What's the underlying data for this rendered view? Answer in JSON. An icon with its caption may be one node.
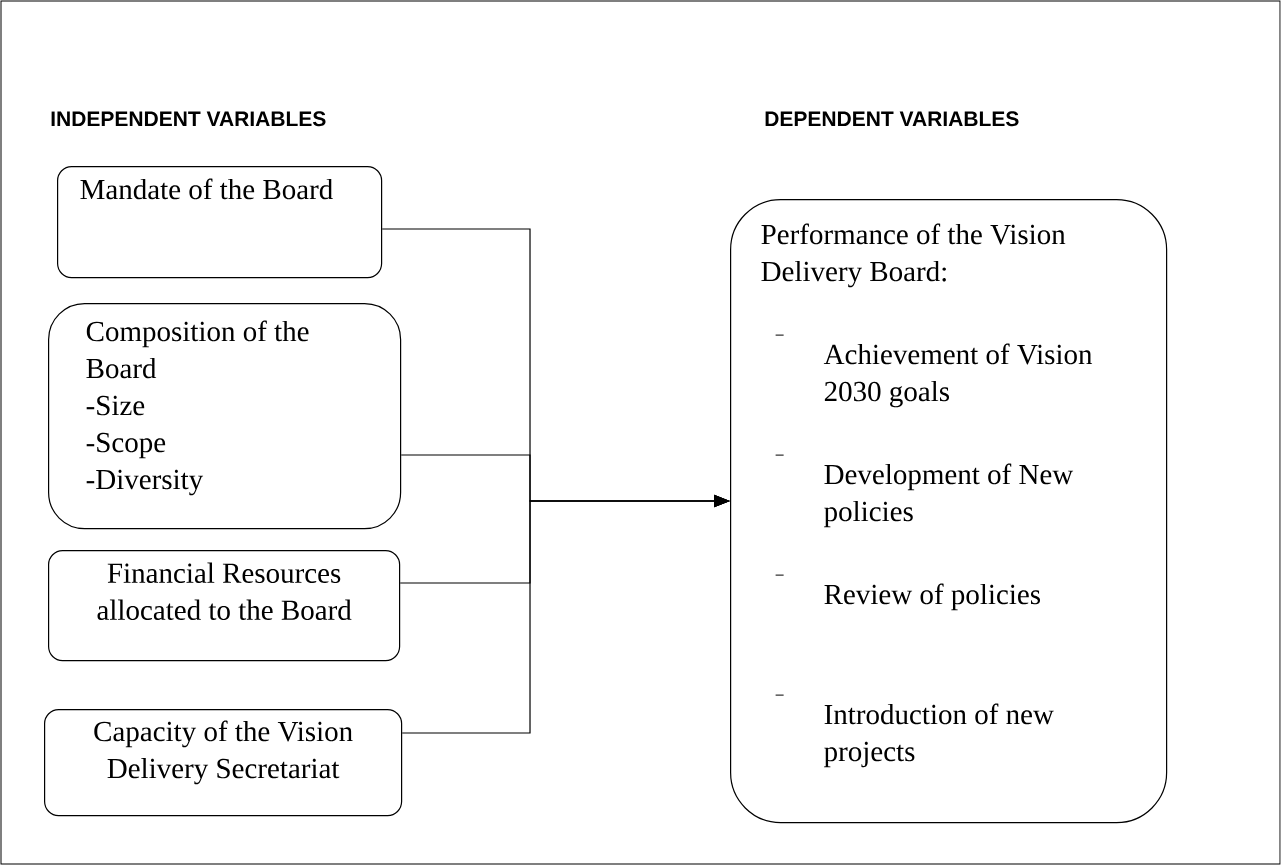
{
  "diagram": {
    "nodes": [
      {
        "text": [
          "Mandate of the Board"
        ]
      },
      {
        "text": [
          "Composition of the Board",
          "-Size",
          "-Scope",
          "-Diversity"
        ]
      },
      {
        "text": [
          "Financial Resources allocated to the Board"
        ]
      },
      {
        "text": [
          "Capacity of the Vision Delivery Secretariat"
        ]
      },
      {
        "text": [
          "Performance of the Vision Delivery Board:",
          "Achievement of Vision 2030 goals",
          "Development of New policies",
          "Review of policies",
          "Introduction of new projects"
        ]
      }
    ],
    "edges": [
      {
        "from": 0,
        "to": 4,
        "arrow": "to"
      },
      {
        "from": 1,
        "to": 4,
        "arrow": "to"
      },
      {
        "from": 2,
        "to": 4,
        "arrow": "to"
      },
      {
        "from": 3,
        "to": 4,
        "arrow": "to"
      }
    ],
    "labels": [
      "INDEPENDENT VARIABLES",
      "DEPENDENT VARIABLES"
    ]
  }
}
